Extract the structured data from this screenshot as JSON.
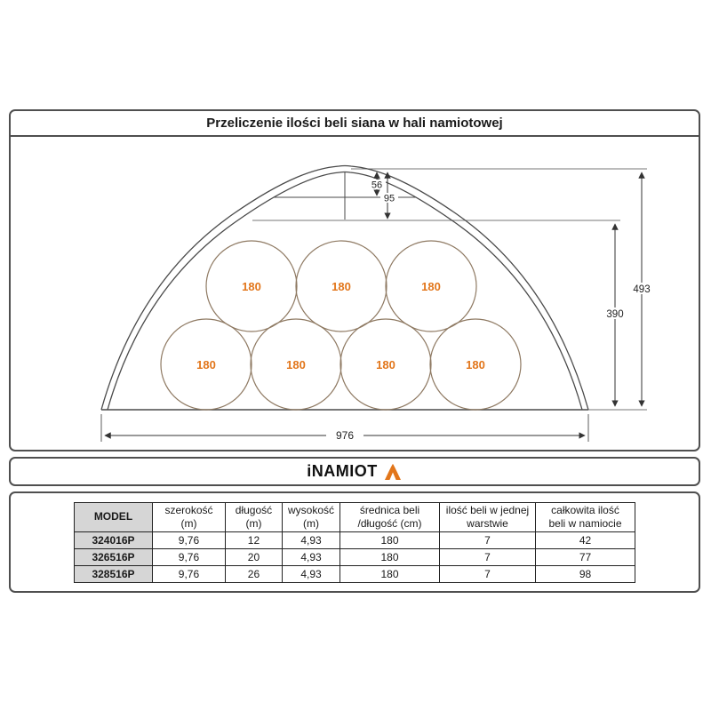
{
  "title": "Przeliczenie ilości beli siana w hali namiotowej",
  "logo": {
    "text": "iNAMIOT",
    "accent_color": "#e2761b"
  },
  "diagram": {
    "bale_label": "180",
    "dimensions": {
      "peak_offset_1": "56",
      "peak_offset_2": "95",
      "eave_height": "390",
      "total_height": "493",
      "base_width": "976"
    }
  },
  "table": {
    "headers": [
      {
        "line1": "MODEL",
        "line2": ""
      },
      {
        "line1": "szerokość",
        "line2": "(m)"
      },
      {
        "line1": "długość",
        "line2": "(m)"
      },
      {
        "line1": "wysokość",
        "line2": "(m)"
      },
      {
        "line1": "średnica beli",
        "line2": "/długość (cm)"
      },
      {
        "line1": "ilość beli w jednej",
        "line2": "warstwie"
      },
      {
        "line1": "całkowita ilość",
        "line2": "beli w namiocie"
      }
    ],
    "rows": [
      {
        "model": "324016P",
        "width_m": "9,76",
        "length_m": "12",
        "height_m": "4,93",
        "bale_cm": "180",
        "per_layer": "7",
        "total": "42"
      },
      {
        "model": "326516P",
        "width_m": "9,76",
        "length_m": "20",
        "height_m": "4,93",
        "bale_cm": "180",
        "per_layer": "7",
        "total": "77"
      },
      {
        "model": "328516P",
        "width_m": "9,76",
        "length_m": "26",
        "height_m": "4,93",
        "bale_cm": "180",
        "per_layer": "7",
        "total": "98"
      }
    ]
  }
}
